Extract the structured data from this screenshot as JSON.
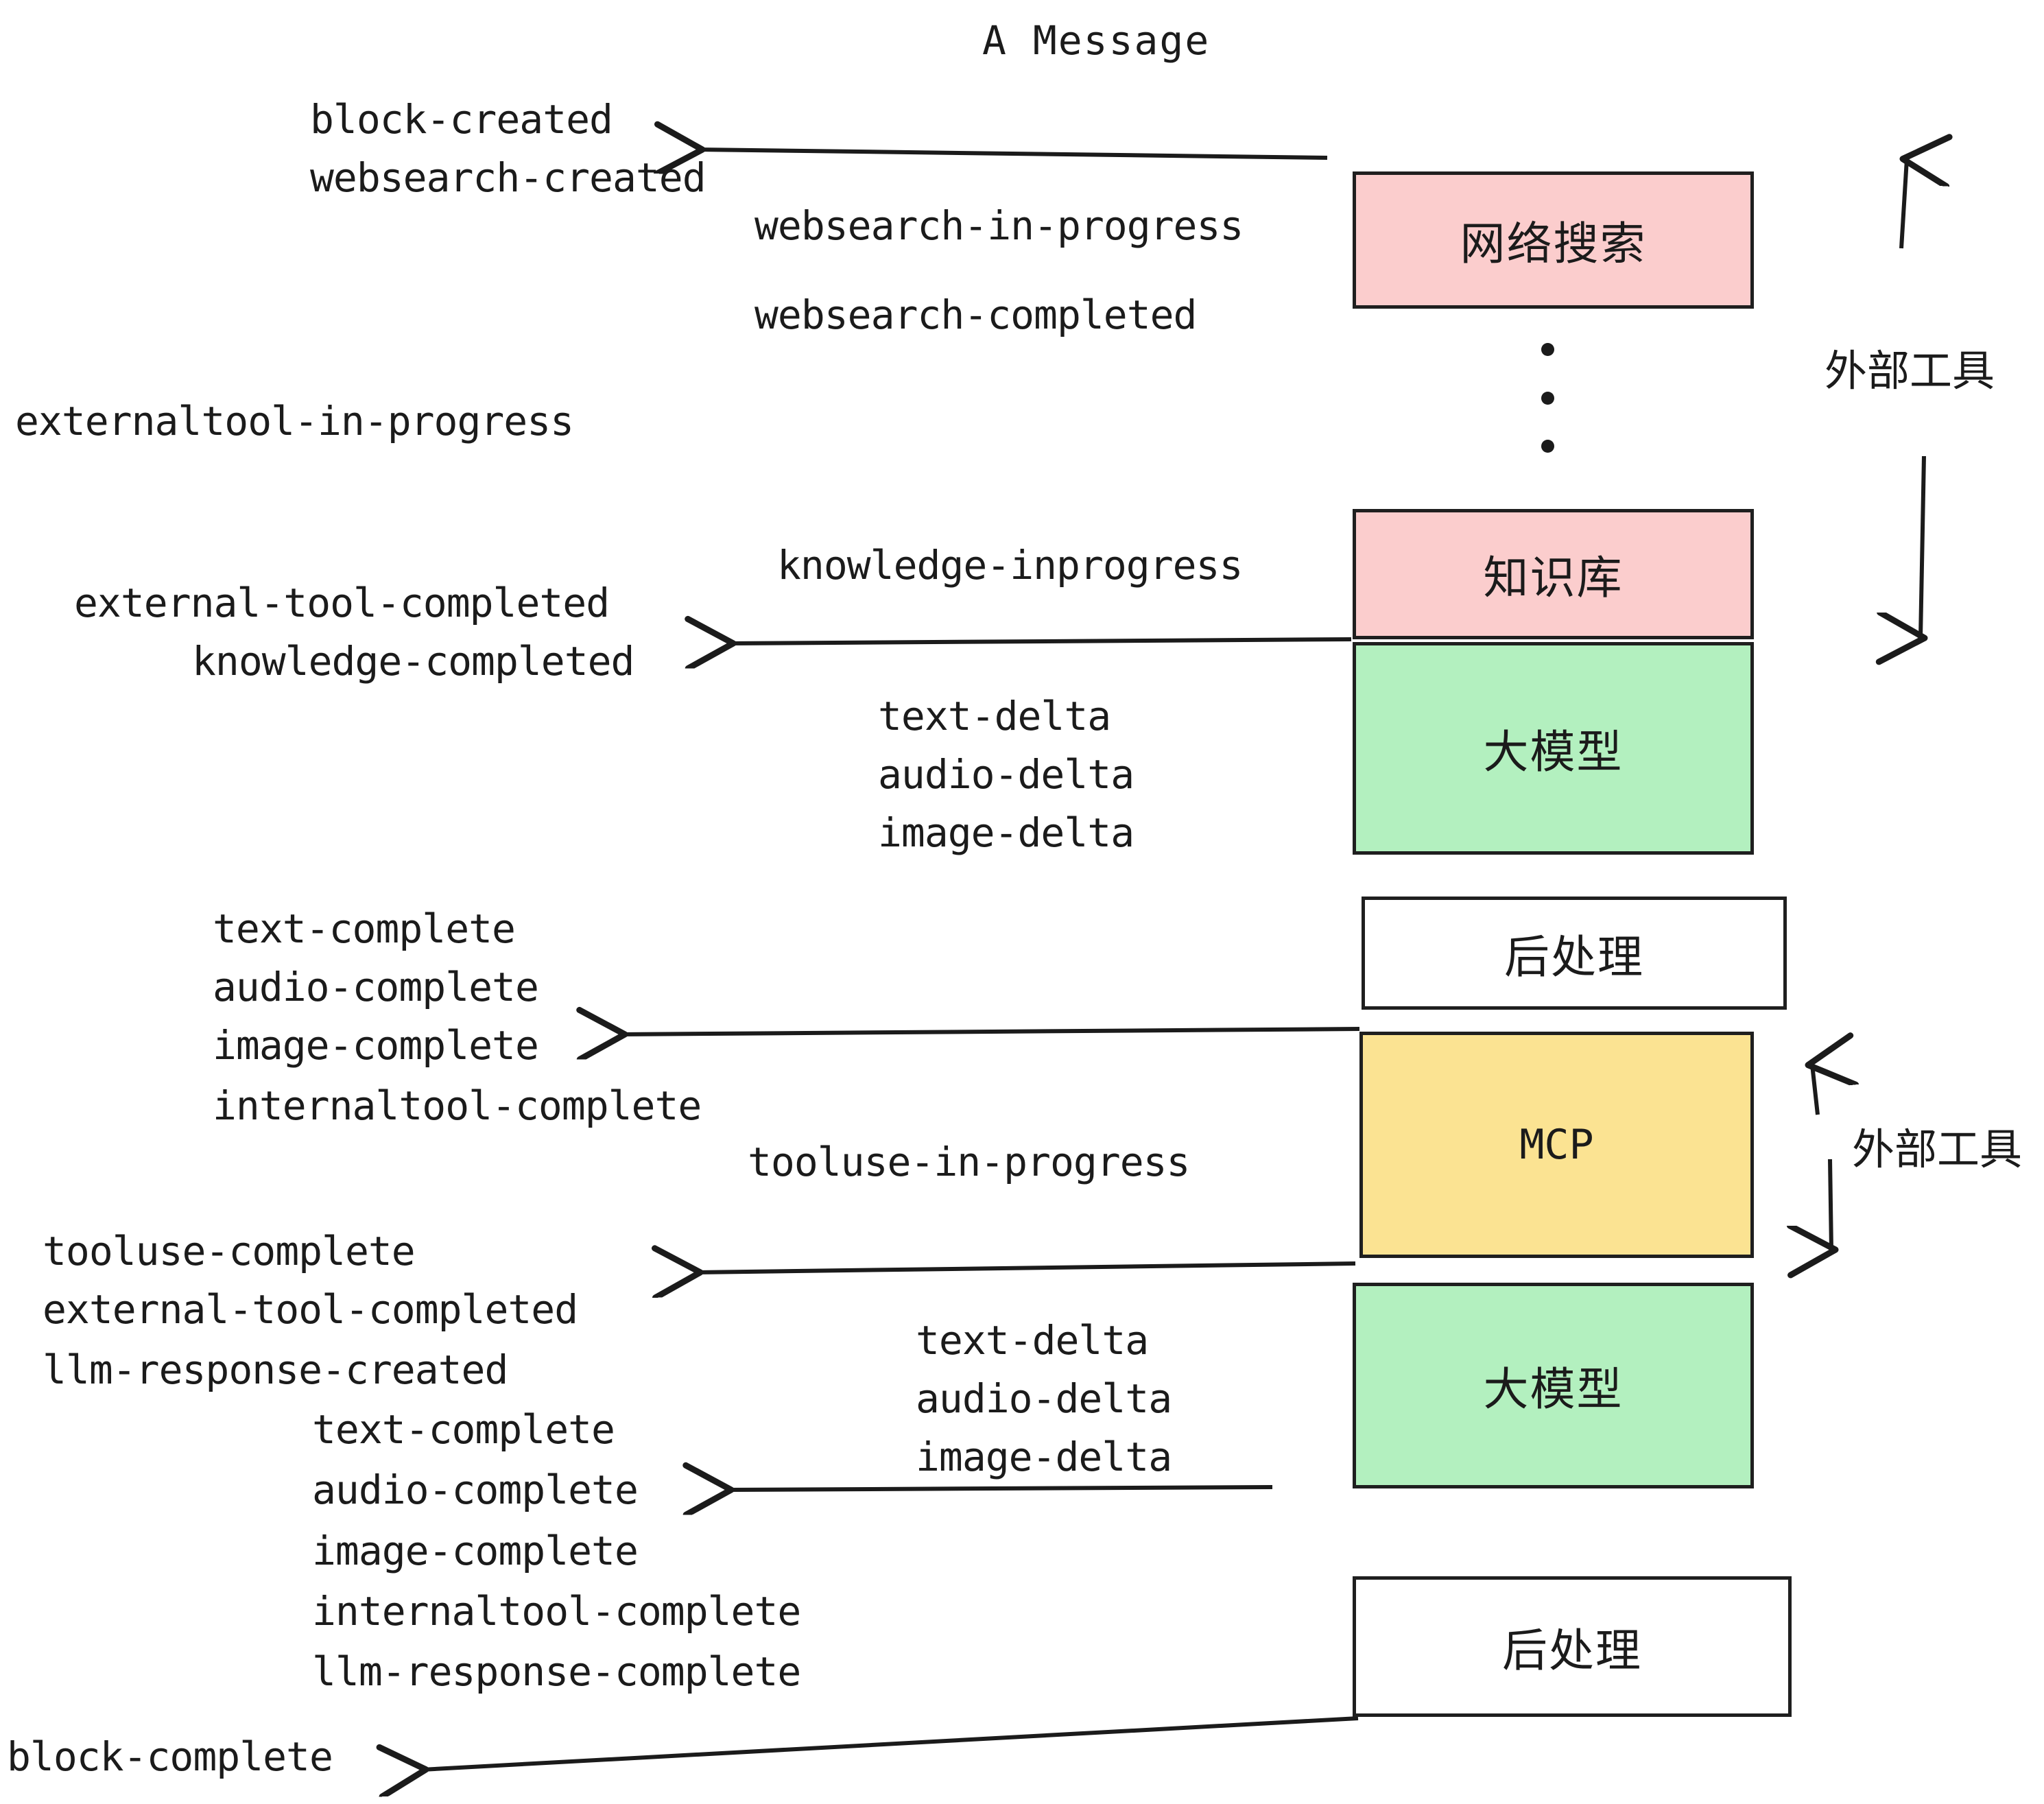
{
  "title": "A Message",
  "colors": {
    "pink": "#fbcdcd",
    "green": "#b3f0bf",
    "yellow": "#fbe392",
    "white": "#ffffff",
    "stroke": "#1f1f1f",
    "text": "#1b1b1b",
    "background": "#ffffff"
  },
  "nodes": [
    {
      "id": "websearch",
      "label": "网络搜索",
      "fill": "pink",
      "mono": false
    },
    {
      "id": "knowledge",
      "label": "知识库",
      "fill": "pink",
      "mono": false
    },
    {
      "id": "llm-top",
      "label": "大模型",
      "fill": "green",
      "mono": false
    },
    {
      "id": "postprocess-top",
      "label": "后处理",
      "fill": "white",
      "mono": false
    },
    {
      "id": "mcp",
      "label": "MCP",
      "fill": "yellow",
      "mono": true
    },
    {
      "id": "llm-bottom",
      "label": "大模型",
      "fill": "green",
      "mono": false
    },
    {
      "id": "postprocess-bottom",
      "label": "后处理",
      "fill": "white",
      "mono": false
    }
  ],
  "side_labels": [
    {
      "id": "external-tools-top",
      "label": "外部工具"
    },
    {
      "id": "external-tools-bottom",
      "label": "外部工具"
    }
  ],
  "events": {
    "group_block_created": [
      "block-created",
      "websearch-created"
    ],
    "group_websearch": [
      "websearch-in-progress",
      "websearch-completed"
    ],
    "externaltool_inprogress": "externaltool-in-progress",
    "knowledge_inprogress": "knowledge-inprogress",
    "group_knowledge_done": [
      "external-tool-completed",
      "knowledge-completed"
    ],
    "group_llm_top_deltas": [
      "text-delta",
      "audio-delta",
      "image-delta"
    ],
    "group_post_top": [
      "text-complete",
      "audio-complete",
      "image-complete",
      "internaltool-complete"
    ],
    "tooluse_inprogress": "tooluse-in-progress",
    "group_mcp_done": [
      "tooluse-complete",
      "external-tool-completed",
      "llm-response-created"
    ],
    "group_llm_bottom_deltas": [
      "text-delta",
      "audio-delta",
      "image-delta"
    ],
    "group_post_bottom": [
      "text-complete",
      "audio-complete",
      "image-complete",
      "internaltool-complete",
      "llm-response-complete"
    ],
    "block_complete": "block-complete"
  }
}
